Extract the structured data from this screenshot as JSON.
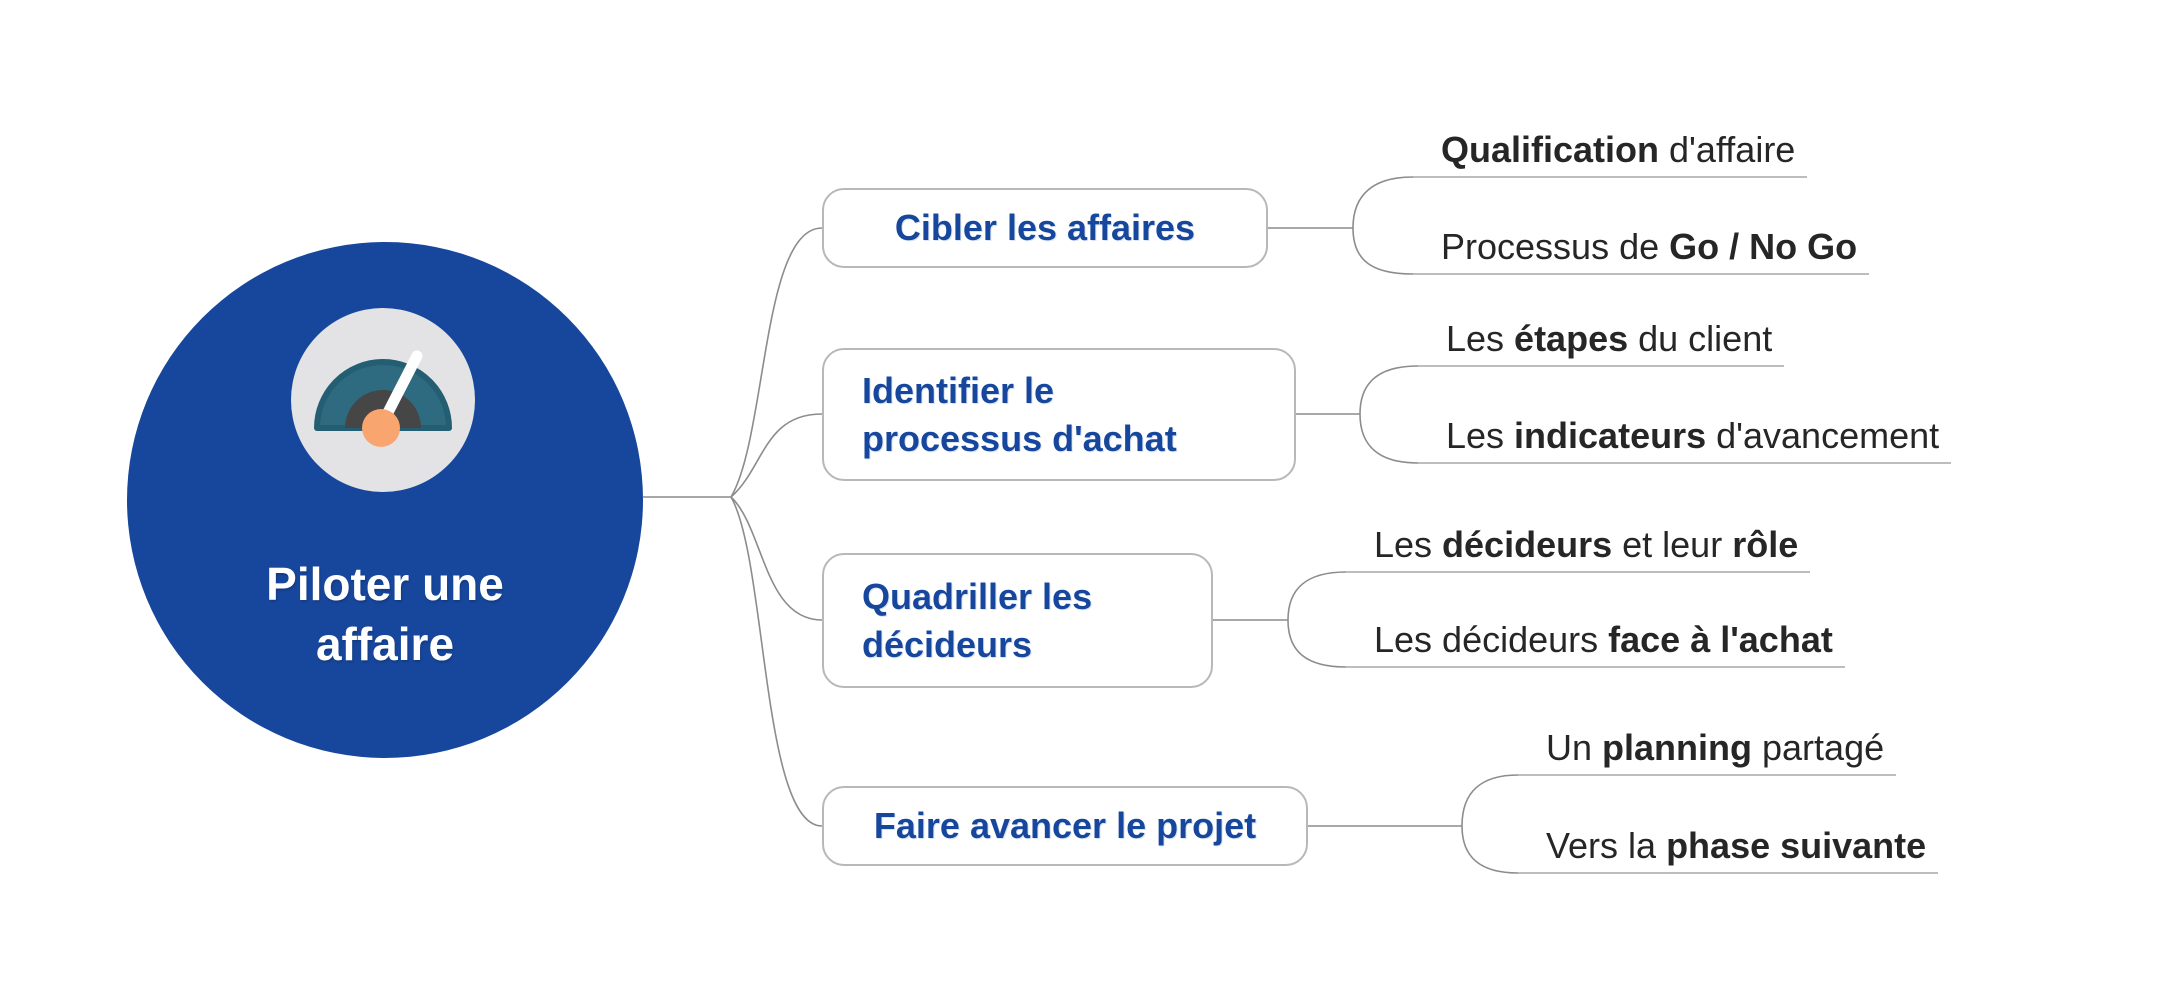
{
  "root": {
    "label": "Piloter une\naffaire",
    "icon": "speedometer-gauge"
  },
  "branches": [
    {
      "label": "Cibler les affaires",
      "leaves": [
        [
          {
            "t": "Qualification",
            "b": true
          },
          {
            "t": " d'affaire",
            "b": false
          }
        ],
        [
          {
            "t": "Processus de ",
            "b": false
          },
          {
            "t": "Go / No Go",
            "b": true
          }
        ]
      ]
    },
    {
      "label": "Identifier le\nprocessus d'achat",
      "leaves": [
        [
          {
            "t": "Les ",
            "b": false
          },
          {
            "t": "étapes",
            "b": true
          },
          {
            "t": " du client",
            "b": false
          }
        ],
        [
          {
            "t": "Les ",
            "b": false
          },
          {
            "t": "indicateurs",
            "b": true
          },
          {
            "t": " d'avancement",
            "b": false
          }
        ]
      ]
    },
    {
      "label": "Quadriller les\ndécideurs",
      "leaves": [
        [
          {
            "t": "Les ",
            "b": false
          },
          {
            "t": "décideurs",
            "b": true
          },
          {
            "t": " et leur ",
            "b": false
          },
          {
            "t": "rôle",
            "b": true
          }
        ],
        [
          {
            "t": "Les décideurs ",
            "b": false
          },
          {
            "t": "face à l'achat",
            "b": true
          }
        ]
      ]
    },
    {
      "label": "Faire avancer le projet",
      "leaves": [
        [
          {
            "t": "Un ",
            "b": false
          },
          {
            "t": "planning",
            "b": true
          },
          {
            "t": " partagé",
            "b": false
          }
        ],
        [
          {
            "t": "Vers la ",
            "b": false
          },
          {
            "t": "phase suivante",
            "b": true
          }
        ]
      ]
    }
  ],
  "colors": {
    "root-fill": "#17479d",
    "root-label": "#ffffff",
    "node-text": "#17479d",
    "leaf-text": "#262626",
    "line": "#8c8c8c",
    "underline": "#bdbdbd",
    "box-border": "#b8b8b8",
    "gauge-bg": "#e3e3e5",
    "gauge-teal": "#2f6b80",
    "gauge-teal-dark": "#235e73",
    "gauge-dark": "#464646",
    "gauge-orange": "#f9a56f"
  }
}
